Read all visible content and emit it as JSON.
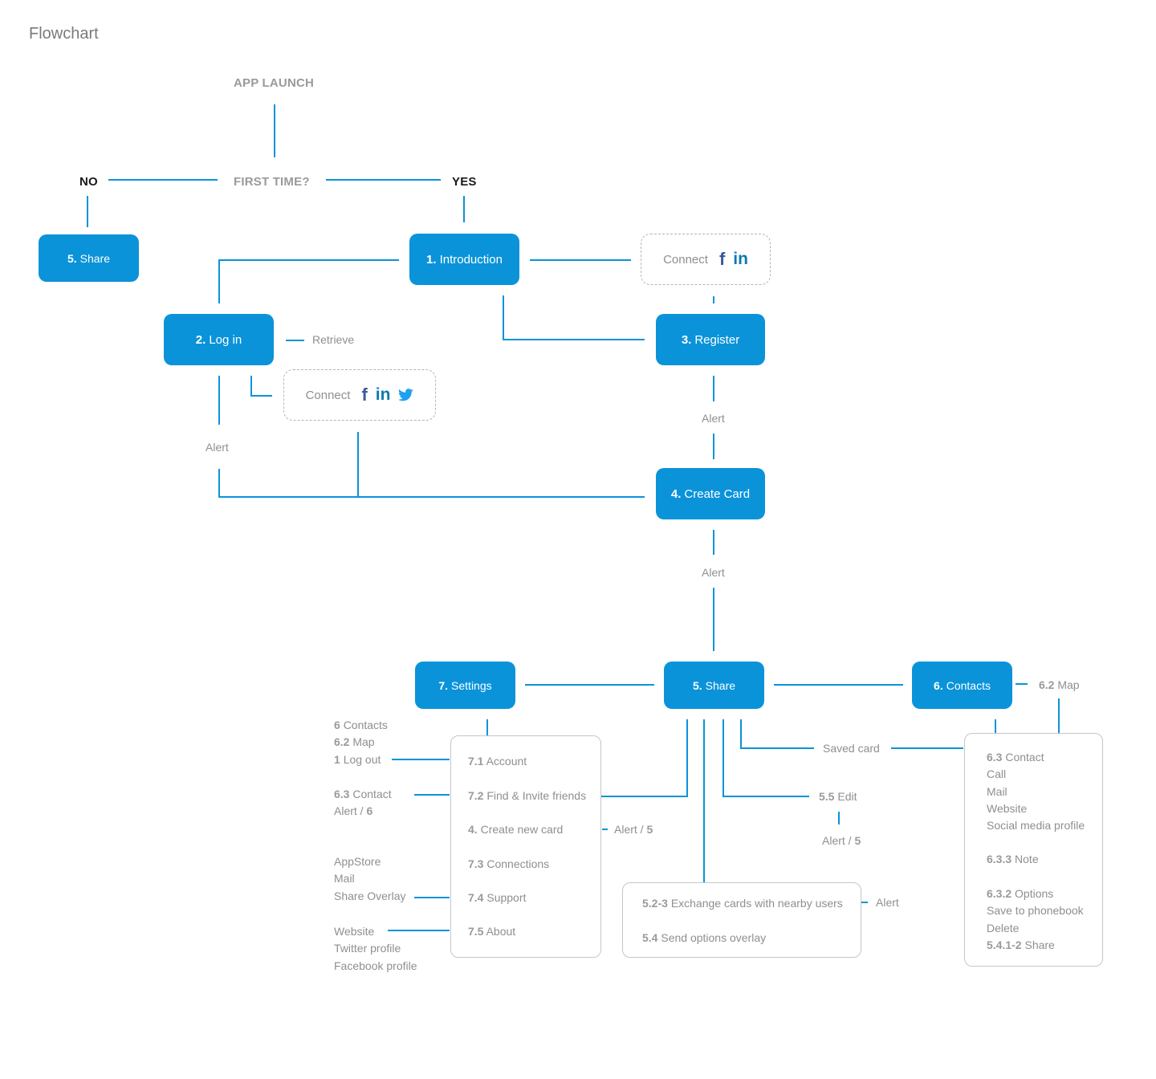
{
  "page_title": "Flowchart",
  "captions": {
    "app_launch": "APP LAUNCH",
    "first_time": "FIRST TIME?",
    "no": "NO",
    "yes": "YES"
  },
  "nodes": {
    "share_top": {
      "num": "5.",
      "label": "Share"
    },
    "introduction": {
      "num": "1.",
      "label": "Introduction"
    },
    "login": {
      "num": "2.",
      "label": "Log in"
    },
    "register": {
      "num": "3.",
      "label": "Register"
    },
    "create_card": {
      "num": "4.",
      "label": "Create Card"
    },
    "settings": {
      "num": "7.",
      "label": "Settings"
    },
    "share": {
      "num": "5.",
      "label": "Share"
    },
    "contacts": {
      "num": "6.",
      "label": "Contacts"
    }
  },
  "connect_boxes": {
    "intro_connect": {
      "label": "Connect",
      "icons": [
        "facebook-icon",
        "linkedin-icon"
      ]
    },
    "login_connect": {
      "label": "Connect",
      "icons": [
        "facebook-icon",
        "linkedin-icon",
        "twitter-icon"
      ]
    }
  },
  "labels": {
    "retrieve": "Retrieve",
    "alert_login": "Alert",
    "alert_register": "Alert",
    "alert_create": "Alert",
    "saved_card": "Saved card",
    "map_num": "6.2",
    "map_text": "Map",
    "edit_num": "5.5",
    "edit_text": "Edit",
    "alert5_text": "Alert /",
    "alert5_num": "5",
    "alert_create_new_text": "Alert /",
    "alert_create_new_num": "5",
    "alert_exchange": "Alert"
  },
  "settings_side": {
    "group1": [
      {
        "num": "6",
        "text": "Contacts"
      },
      {
        "num": "6.2",
        "text": "Map"
      },
      {
        "num": "1",
        "text": "Log out"
      }
    ],
    "group2": [
      {
        "num": "6.3",
        "text": "Contact"
      },
      {
        "num": "",
        "text": "Alert / ",
        "num2": "6"
      }
    ],
    "group3": [
      "AppStore",
      "Mail",
      "Share Overlay"
    ],
    "group4": [
      "Website",
      "Twitter profile",
      "Facebook profile"
    ]
  },
  "settings_panel": [
    {
      "num": "7.1",
      "text": "Account"
    },
    {
      "num": "7.2",
      "text": "Find & Invite friends"
    },
    {
      "num": "4.",
      "text": "Create new card"
    },
    {
      "num": "7.3",
      "text": "Connections"
    },
    {
      "num": "7.4",
      "text": "Support"
    },
    {
      "num": "7.5",
      "text": "About"
    }
  ],
  "share_panel": [
    {
      "num": "5.2-3",
      "text": "Exchange cards with nearby users"
    },
    {
      "num": "5.4",
      "text": "Send options overlay"
    }
  ],
  "contacts_panel": {
    "group1": [
      {
        "num": "6.3",
        "text": "Contact"
      },
      {
        "num": "",
        "text": "Call"
      },
      {
        "num": "",
        "text": "Mail"
      },
      {
        "num": "",
        "text": "Website"
      },
      {
        "num": "",
        "text": "Social media profile"
      }
    ],
    "group2": [
      {
        "num": "6.3.3",
        "text": "Note"
      }
    ],
    "group3": [
      {
        "num": "6.3.2",
        "text": "Options"
      },
      {
        "num": "",
        "text": "Save to phonebook"
      },
      {
        "num": "",
        "text": "Delete"
      },
      {
        "num": "5.4.1-2",
        "text": "Share"
      }
    ]
  },
  "colors": {
    "node_blue": "#0b93d9",
    "line_blue": "#0b93d9",
    "text_gray": "#8f8f8f",
    "facebook": "#3b5a98",
    "linkedin": "#0e78b5",
    "twitter": "#1da1f2"
  }
}
